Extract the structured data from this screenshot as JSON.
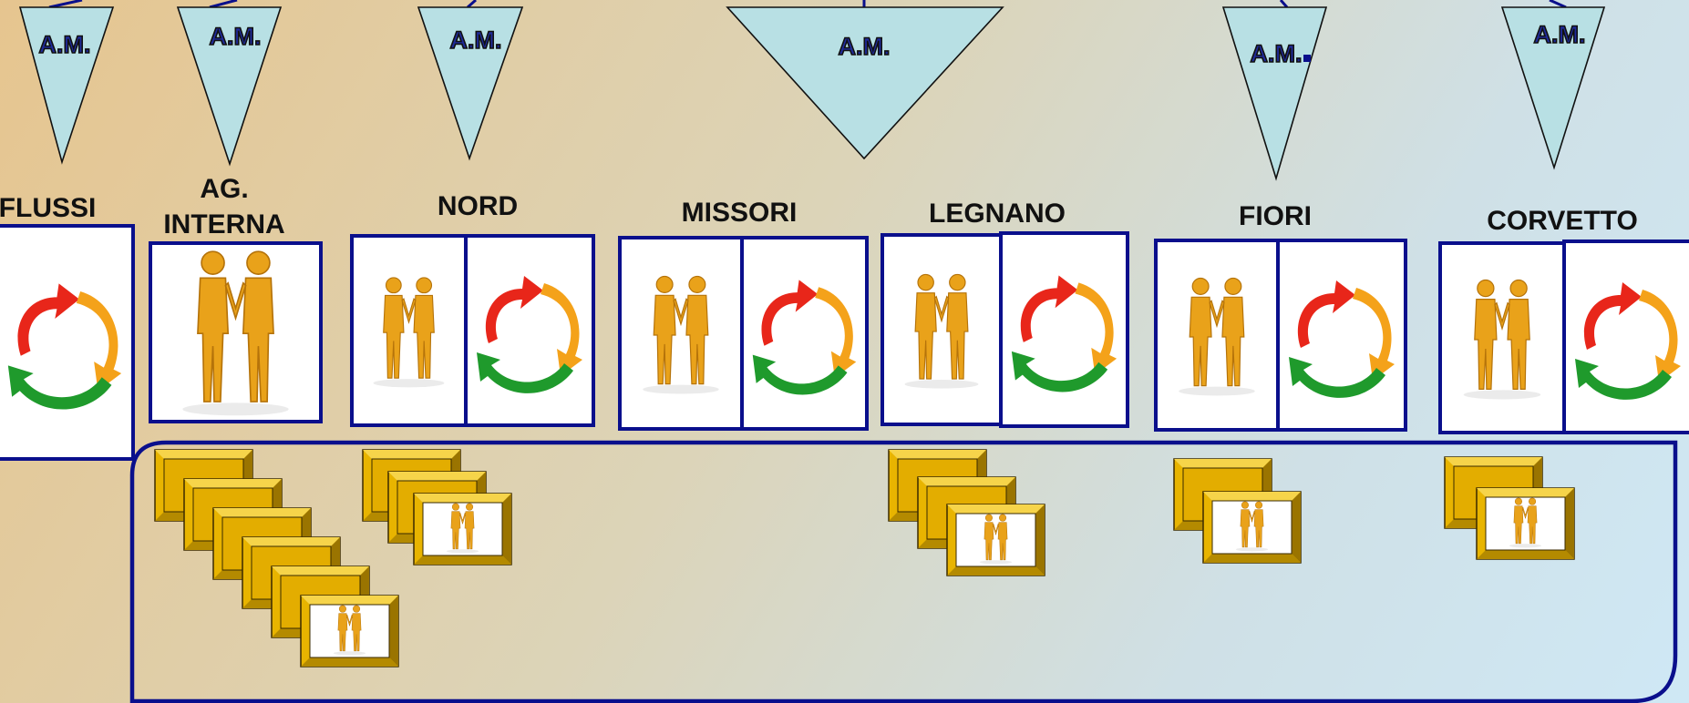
{
  "am_label": "A.M.",
  "colors": {
    "frame": "#0a0f8c",
    "triangle": "#b8e0e4",
    "gold": "#e8b400",
    "arrow_red": "#e8261a",
    "arrow_orange": "#f4a21a",
    "arrow_green": "#1f9a2c"
  },
  "branches": [
    {
      "label": "FLUSSI",
      "cards": [
        "flow"
      ]
    },
    {
      "label_lines": [
        "AG.",
        "INTERNA"
      ],
      "cards": [
        "partnership"
      ],
      "stack_count": 6
    },
    {
      "label": "NORD",
      "cards": [
        "partnership",
        "flow"
      ],
      "stack_count": 3
    },
    {
      "label": "MISSORI",
      "cards": [
        "partnership",
        "flow"
      ]
    },
    {
      "label": "LEGNANO",
      "cards": [
        "partnership",
        "flow"
      ],
      "stack_count": 3
    },
    {
      "label": "FIORI",
      "cards": [
        "partnership",
        "flow"
      ],
      "stack_count": 2
    },
    {
      "label": "CORVETTO",
      "cards": [
        "partnership",
        "flow"
      ],
      "stack_count": 2
    }
  ]
}
